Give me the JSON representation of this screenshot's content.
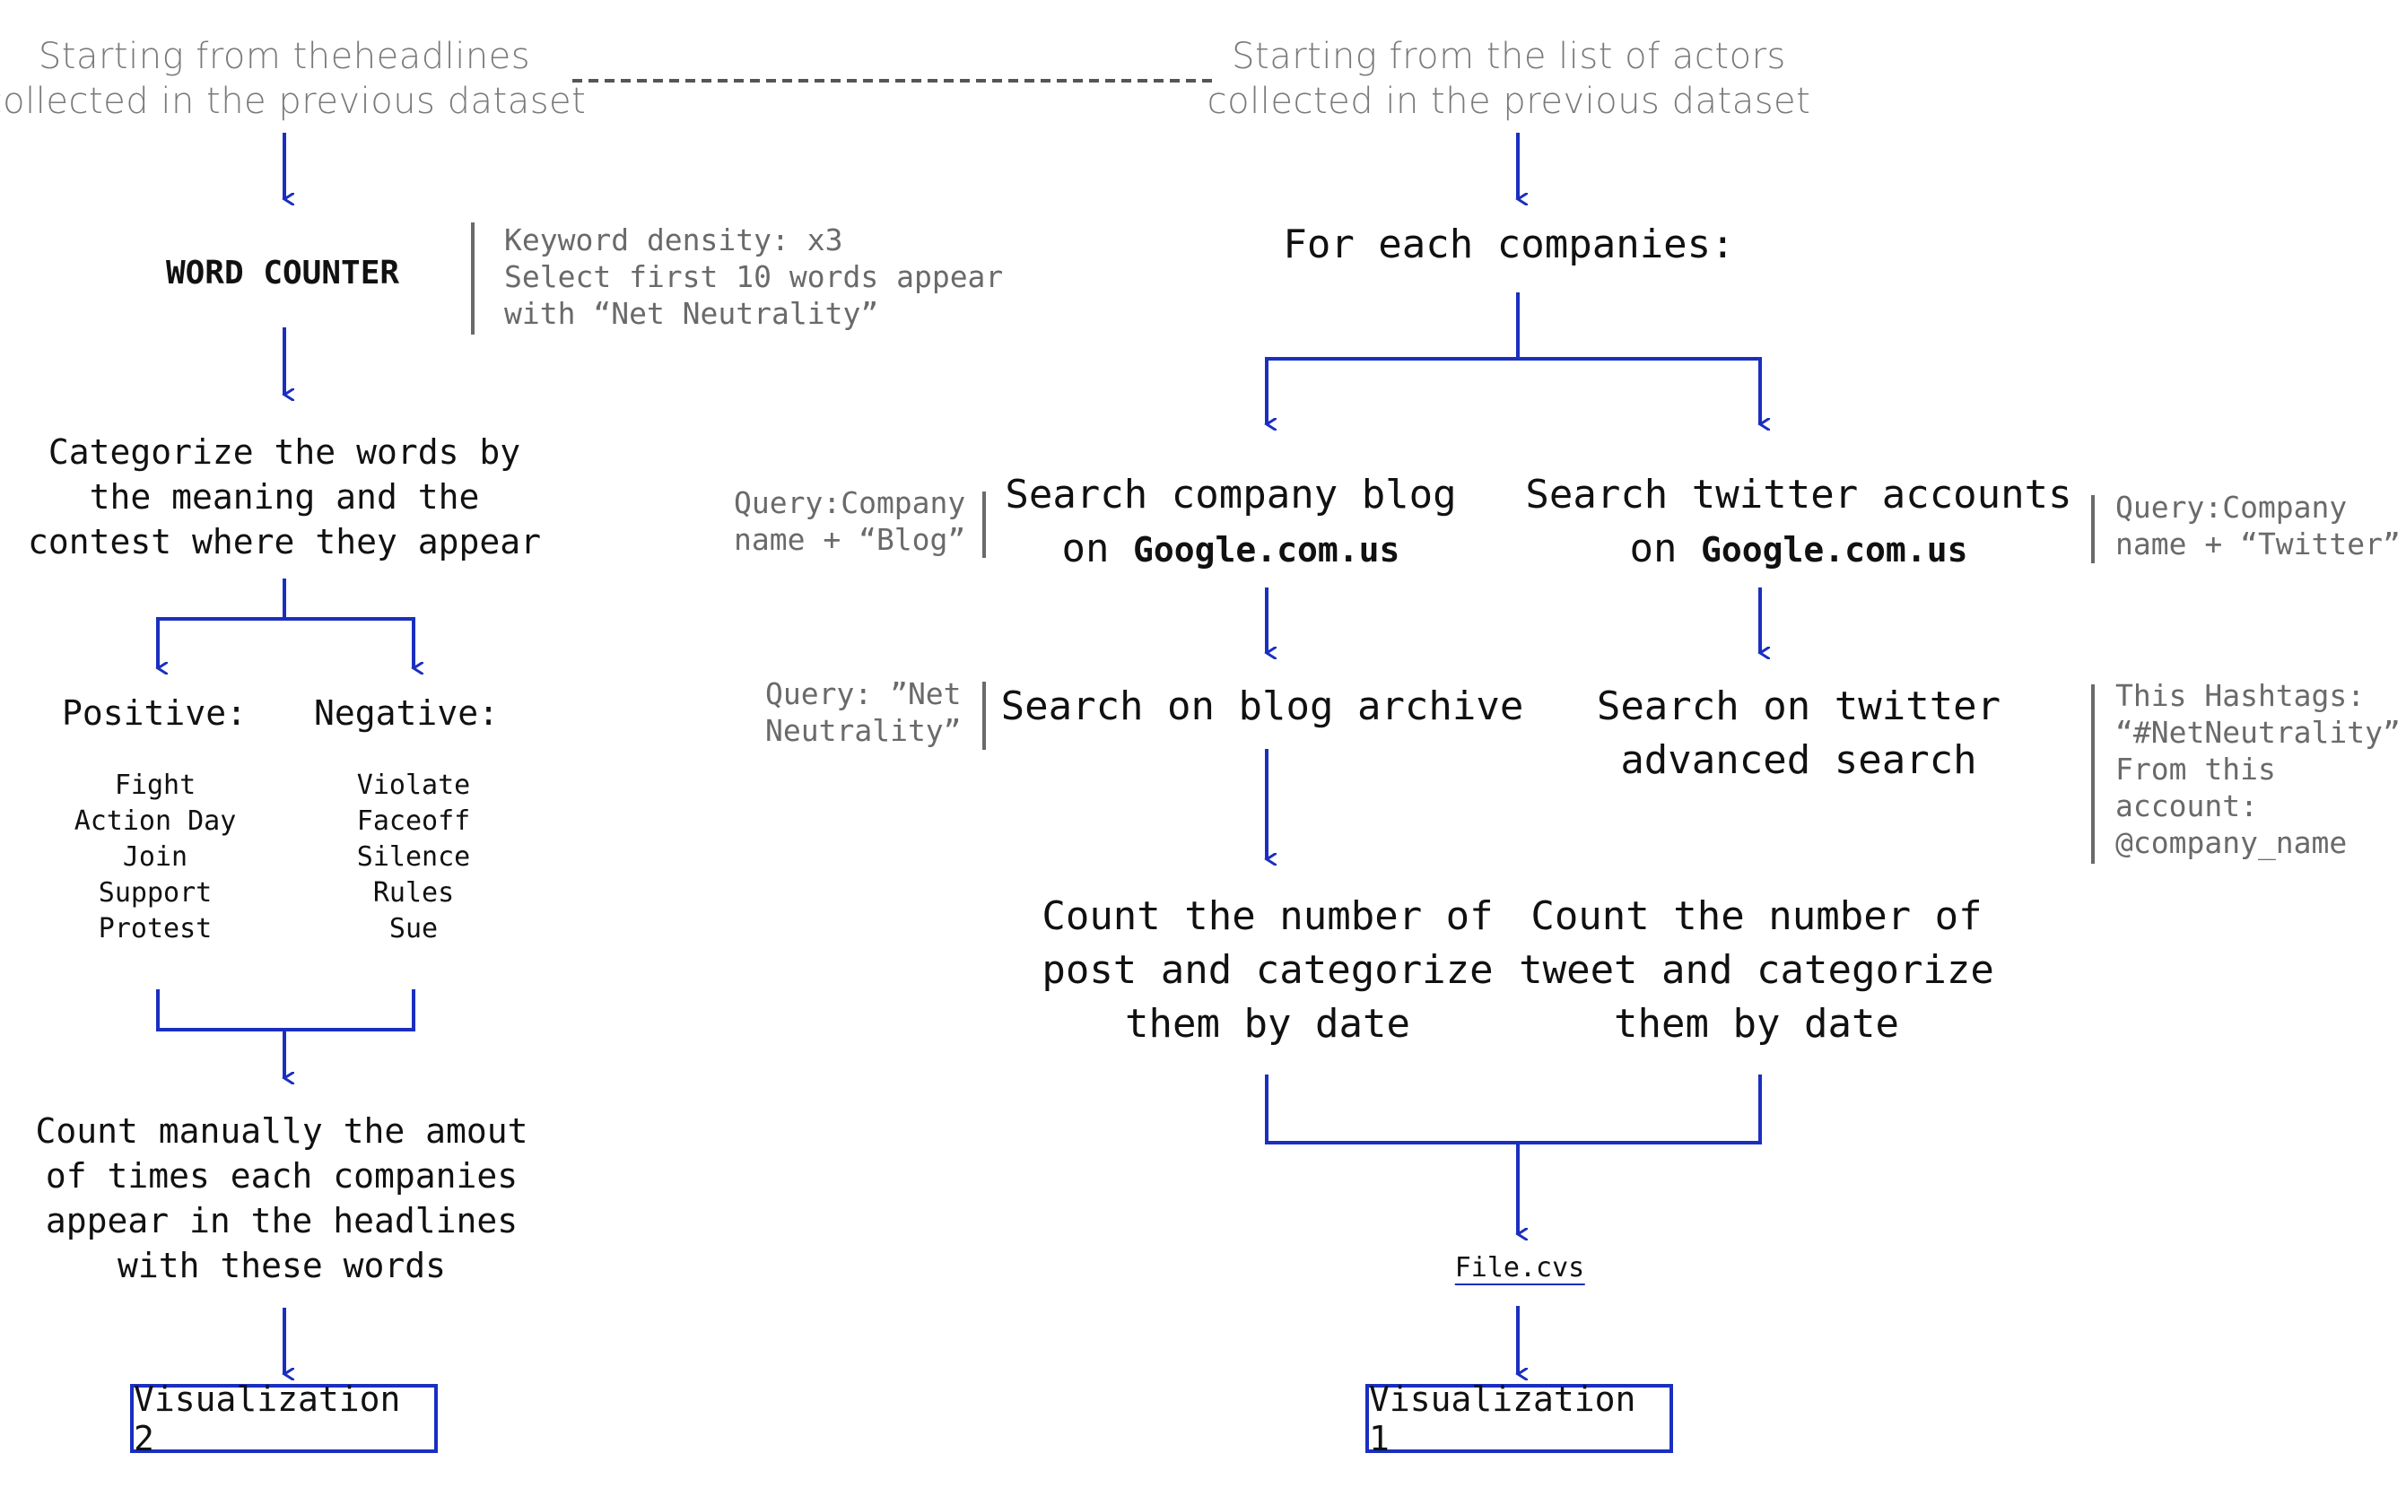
{
  "colors": {
    "arrow": "#1a2fc0",
    "note_bar": "#6a6a6a",
    "dashed_link": "#555555"
  },
  "left_flow": {
    "start": [
      "Starting from theheadlines",
      "collected in the previous dataset"
    ],
    "word_counter": "WORD COUNTER",
    "word_counter_note": [
      "Keyword density: x3",
      "Select first 10 words appear",
      "with “Net Neutrality”"
    ],
    "categorize": [
      "Categorize the words by",
      "the meaning and the",
      "contest where they appear"
    ],
    "positive": {
      "label": "Positive:",
      "words": [
        "Fight",
        "Action Day",
        "Join",
        "Support",
        "Protest"
      ]
    },
    "negative": {
      "label": "Negative:",
      "words": [
        "Violate",
        "Faceoff",
        "Silence",
        "Rules",
        "Sue"
      ]
    },
    "count_manually": [
      "Count manually the amout",
      "of times each companies",
      "appear in the headlines",
      "with these words"
    ],
    "visualization": "Visualization 2"
  },
  "right_flow": {
    "start": [
      "Starting from the list of actors",
      "collected in the previous dataset"
    ],
    "for_each": "For each companies:",
    "blog_branch": {
      "search": "Search company blog",
      "on_prefix": "on ",
      "site": "Google.com.us",
      "query_note": [
        "Query:Company",
        "name + “Blog”"
      ],
      "archive": "Search on blog archive",
      "archive_note": [
        "Query: ”Net",
        "Neutrality”"
      ],
      "count": [
        "Count the number of",
        "post and categorize",
        "them by date"
      ]
    },
    "twitter_branch": {
      "search": "Search twitter accounts",
      "on_prefix": "on ",
      "site": "Google.com.us",
      "query_note": [
        "Query:Company",
        "name + “Twitter”"
      ],
      "advanced": [
        "Search on twitter",
        "advanced search"
      ],
      "advanced_note": [
        "This Hashtags:",
        "“#NetNeutrality”",
        "From this",
        "account:",
        "@company_name"
      ],
      "count": [
        "Count the number of",
        "tweet and categorize",
        "them by date"
      ]
    },
    "file": "File.cvs",
    "visualization": "Visualization 1"
  }
}
